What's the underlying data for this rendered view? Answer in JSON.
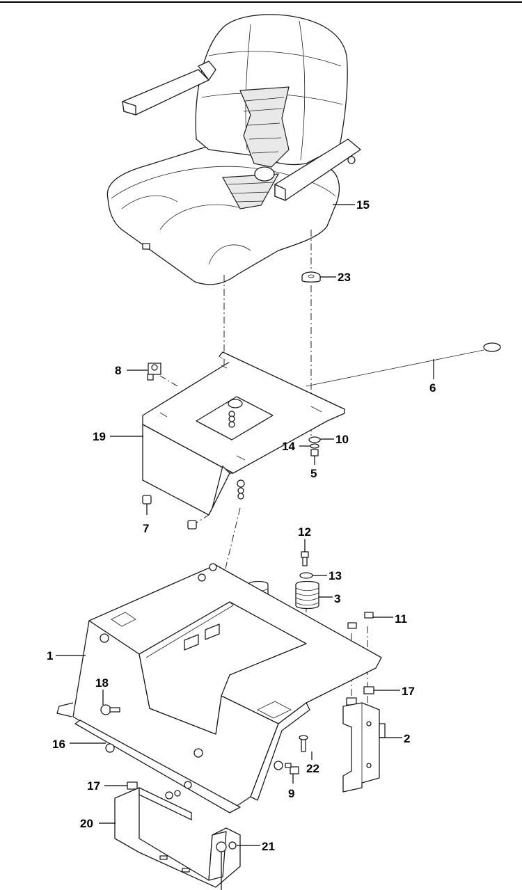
{
  "callouts": [
    {
      "label": "15",
      "cx": 0,
      "cy": 0
    },
    {
      "label": "23"
    },
    {
      "label": "8"
    },
    {
      "label": "6"
    },
    {
      "label": "19"
    },
    {
      "label": "10"
    },
    {
      "label": "14"
    },
    {
      "label": "5"
    },
    {
      "label": "7"
    },
    {
      "label": "12"
    },
    {
      "label": "13"
    },
    {
      "label": "3"
    },
    {
      "label": "11"
    },
    {
      "label": "1"
    },
    {
      "label": "17"
    },
    {
      "label": "18"
    },
    {
      "label": "2"
    },
    {
      "label": "16"
    },
    {
      "label": "22"
    },
    {
      "label": "9"
    },
    {
      "label": "17"
    },
    {
      "label": "20"
    },
    {
      "label": "21"
    }
  ]
}
